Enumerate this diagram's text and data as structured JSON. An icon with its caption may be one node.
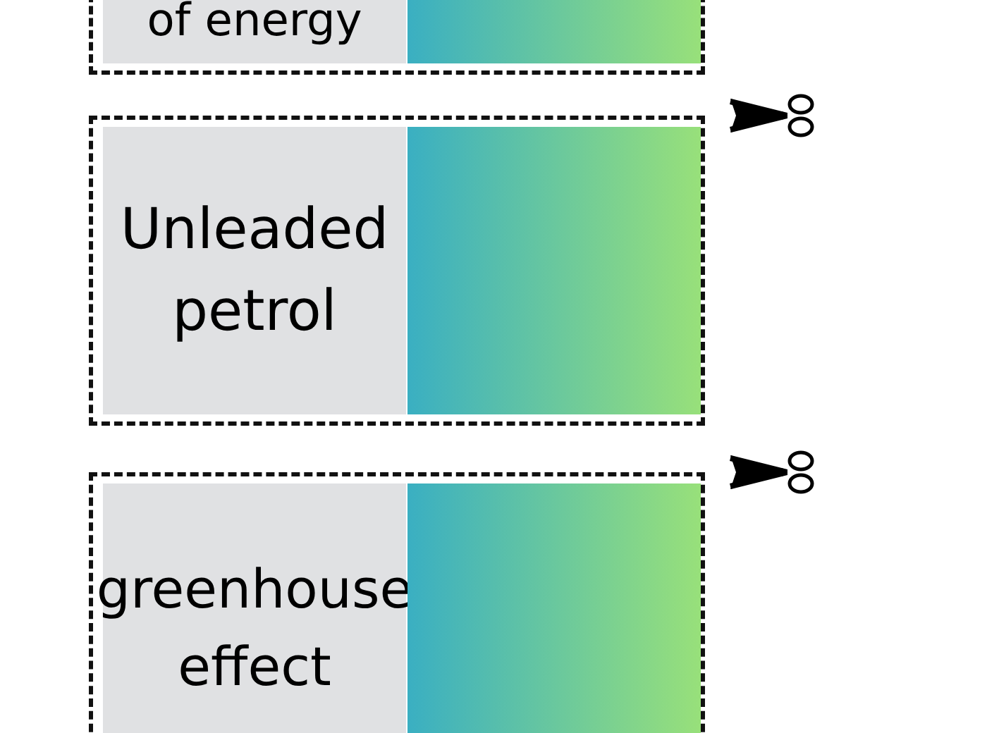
{
  "diagram": {
    "nodes": [
      {
        "text": [
          "of energy"
        ]
      },
      {
        "text": [
          "Unleaded petrol"
        ]
      },
      {
        "text": [
          "greenhouse effect"
        ]
      }
    ]
  }
}
